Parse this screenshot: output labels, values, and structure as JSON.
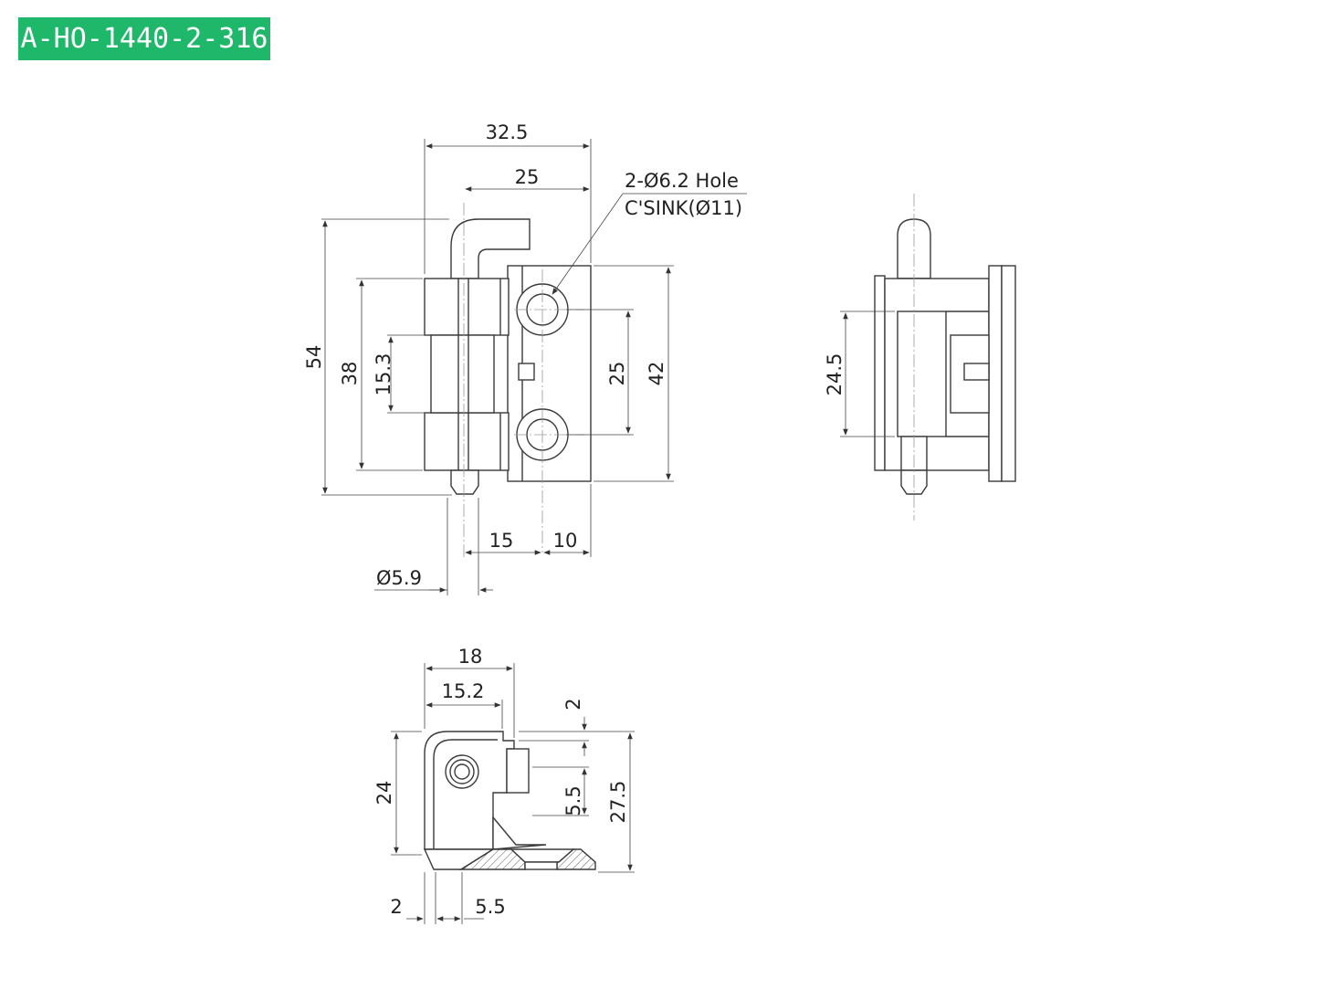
{
  "part_number": "A-HO-1440-2-316",
  "colors": {
    "tag_background": "#1fb86a",
    "tag_text": "#ffffff",
    "line": "#3a3a3a"
  },
  "front_view": {
    "dim_overall_width": "32.5",
    "dim_leaf_width": "25",
    "hole_note_line1": "2-Ø6.2 Hole",
    "hole_note_line2": "C'SINK(Ø11)",
    "dim_overall_height": "54",
    "dim_body_height": "38",
    "dim_knuckle_height": "15.3",
    "dim_hole_pitch": "25",
    "dim_leaf_height": "42",
    "dim_pin_to_hole": "15",
    "dim_hole_to_edge": "10",
    "dim_pin_diameter": "Ø5.9"
  },
  "side_view": {
    "dim_height": "24.5"
  },
  "bottom_view": {
    "dim_width": "18",
    "dim_inner_width": "15.2",
    "dim_top_gap": "2",
    "dim_height": "24",
    "dim_step": "5.5",
    "dim_overall_height": "27.5",
    "dim_bottom_left": "2",
    "dim_bottom_offset": "5.5"
  }
}
